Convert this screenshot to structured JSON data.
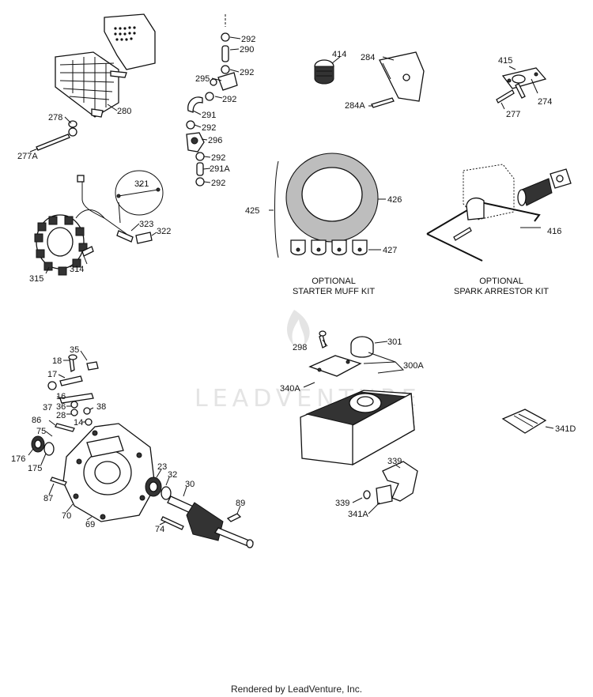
{
  "callouts": [
    "292",
    "290",
    "292",
    "295",
    "292",
    "291",
    "292",
    "296",
    "292",
    "291A",
    "292",
    "280",
    "278",
    "277A",
    "321",
    "323",
    "322",
    "315",
    "314",
    "414",
    "284",
    "284A",
    "415",
    "274",
    "277",
    "425",
    "426",
    "427",
    "416",
    "35",
    "18",
    "17",
    "37",
    "16",
    "36",
    "38",
    "28",
    "14",
    "86",
    "75",
    "176",
    "175",
    "87",
    "70",
    "69",
    "23",
    "32",
    "30",
    "74",
    "89",
    "298",
    "301",
    "300A",
    "340A",
    "341D",
    "339",
    "339",
    "341A"
  ],
  "kits": {
    "starter_muff": {
      "line1": "OPTIONAL",
      "line2": "STARTER MUFF KIT"
    },
    "spark_arrestor": {
      "line1": "OPTIONAL",
      "line2": "SPARK ARRESTOR KIT"
    }
  },
  "watermark": "LEADVENTURE",
  "footer": "Rendered by LeadVenture, Inc."
}
